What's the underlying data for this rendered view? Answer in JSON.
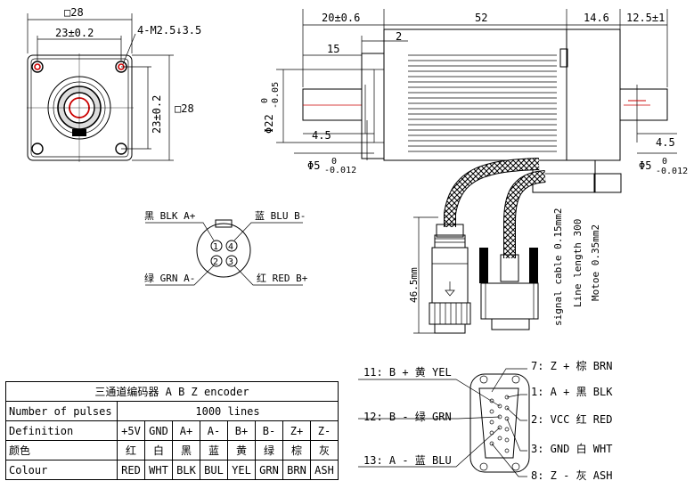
{
  "front_view": {
    "outer_size": "□28",
    "hole_spacing_h": "23±0.2",
    "hole_spacing_v": "23±0.2",
    "side_size": "□28",
    "mount_holes": "4-M2.5↓3.5"
  },
  "side_view": {
    "dim_20": "20±0.6",
    "dim_52": "52",
    "dim_14_6": "14.6",
    "dim_12_5": "12.5±1",
    "dim_15": "15",
    "dim_2": "2",
    "dim_4_5_left": "4.5",
    "dim_4_5_right": "4.5",
    "phi22": "Φ22",
    "phi22_upper": "0",
    "phi22_lower": "-0.05",
    "phi5_left": "Φ5",
    "phi5_left_upper": "0",
    "phi5_left_lower": "-0.012",
    "phi5_right": "Φ5",
    "phi5_right_upper": "0",
    "phi5_right_lower": "-0.012",
    "connector_len": "46.5mm",
    "signal_cable": "signal cable 0.15mm2",
    "line_length": "Line length 300",
    "motor_cable": "Motoe 0.35mm2"
  },
  "motor_connector": {
    "blk": "黑 BLK A+",
    "blu": "蓝 BLU B-",
    "grn": "绿 GRN A-",
    "red": "红 RED B+",
    "pins": [
      "1",
      "2",
      "3",
      "4"
    ]
  },
  "encoder_table": {
    "title": "三通道编码器 A B Z encoder",
    "pulses_label": "Number of pulses",
    "pulses_value": "1000 lines",
    "definition_label": "Definition",
    "definitions": [
      "+5V",
      "GND",
      "A+",
      "A-",
      "B+",
      "B-",
      "Z+",
      "Z-"
    ],
    "color_cn_label": "颜色",
    "colors_cn": [
      "红",
      "白",
      "黑",
      "蓝",
      "黄",
      "绿",
      "棕",
      "灰"
    ],
    "colour_label": "Colour",
    "colors_en": [
      "RED",
      "WHT",
      "BLK",
      "BUL",
      "YEL",
      "GRN",
      "BRN",
      "ASH"
    ]
  },
  "db15_pins": {
    "p11": "11: B + 黄 YEL",
    "p12": "12: B - 绿 GRN",
    "p13": "13: A - 蓝 BLU",
    "p7": "7: Z + 棕 BRN",
    "p1": "1: A + 黑 BLK",
    "p2": "2: VCC 红 RED",
    "p3": "3: GND 白 WHT",
    "p8": "8: Z - 灰 ASH"
  }
}
